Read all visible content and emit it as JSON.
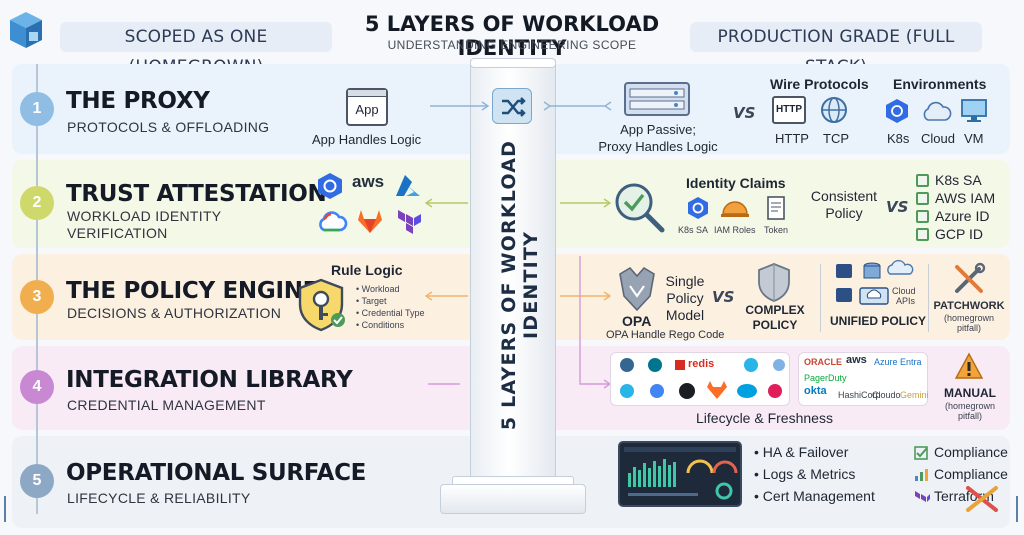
{
  "header": {
    "title": "5 LAYERS OF WORKLOAD IDENTITY",
    "subtitle": "UNDERSTANDING ENGINEERING SCOPE",
    "left_pill": "SCOPED AS ONE (HOMEGROWN)",
    "right_pill": "PRODUCTION GRADE (FULL STACK)"
  },
  "pillar": {
    "label": "5 LAYERS OF WORKLOAD IDENTITY"
  },
  "layers": [
    {
      "number": "1",
      "title": "THE PROXY",
      "subtitle": "PROTOCOLS & OFFLOADING",
      "homegrown": {
        "icon_text": "App",
        "caption": "App Handles Logic"
      },
      "production": {
        "caption_line1": "App Passive;",
        "caption_line2": "Proxy Handles Logic",
        "vs": "VS",
        "wire_protocols": {
          "heading": "Wire Protocols",
          "items": [
            "HTTP",
            "TCP"
          ],
          "http_icon_text": "HTTP"
        },
        "environments": {
          "heading": "Environments",
          "items": [
            "K8s",
            "Cloud",
            "VM"
          ]
        }
      }
    },
    {
      "number": "2",
      "title": "TRUST ATTESTATION",
      "subtitle_line1": "WORKLOAD IDENTITY",
      "subtitle_line2": "VERIFICATION",
      "homegrown": {
        "logos": [
          "kubernetes-logo",
          "aws-logo",
          "azure-logo",
          "google-cloud-logo",
          "gitlab-logo",
          "terraform-logo"
        ],
        "aws_text": "aws"
      },
      "production": {
        "claims_heading": "Identity Claims",
        "claims": [
          "K8s SA",
          "IAM Roles",
          "Token"
        ],
        "consistent_line1": "Consistent",
        "consistent_line2": "Policy",
        "vs": "VS",
        "checklist": [
          "K8s SA",
          "AWS IAM",
          "Azure ID",
          "GCP ID"
        ]
      }
    },
    {
      "number": "3",
      "title": "THE POLICY ENGINE",
      "subtitle": "DECISIONS & AUTHORIZATION",
      "homegrown": {
        "heading": "Rule Logic",
        "items": [
          "Workload",
          "Target",
          "Credential Type",
          "Conditions"
        ]
      },
      "production": {
        "opa_label": "OPA",
        "opa_caption": "OPA Handle Rego Code",
        "single_line1": "Single",
        "single_line2": "Policy",
        "single_line3": "Model",
        "vs": "VS",
        "complex_line1": "COMPLEX",
        "complex_line2": "POLICY",
        "unified": "UNIFIED POLICY",
        "cloud_apis_line1": "Cloud",
        "cloud_apis_line2": "APIs",
        "patchwork": "PATCHWORK",
        "patchwork_note_line1": "(homegrown",
        "patchwork_note_line2": "pitfall)"
      }
    },
    {
      "number": "4",
      "title": "INTEGRATION LIBRARY",
      "subtitle": "CREDENTIAL MANAGEMENT",
      "production": {
        "grid_left": [
          [
            "PostgreSQL",
            "MySQL",
            "redis",
            "Snowflake"
          ],
          [
            "Snowflake",
            "BigQuery",
            "GitHub",
            "GitLab",
            "Salesforce",
            "Slack"
          ]
        ],
        "redis_text": "redis",
        "grid_right": [
          "ORACLE",
          "aws",
          "Azure Entra",
          "PagerDuty",
          "okta",
          "HashiCorp",
          "Cloudo",
          "Gemini"
        ],
        "oracle_text": "ORACLE",
        "aws_text": "aws",
        "azure_text": "Azure Entra",
        "pagerduty_text": "PagerDuty",
        "okta_text": "okta",
        "hashicorp_text": "HashiCorp",
        "cloudo_text": "Cloudo",
        "gemini_text": "Gemini",
        "caption": "Lifecycle & Freshness",
        "manual": "MANUAL",
        "manual_note_line1": "(homegrown",
        "manual_note_line2": "pitfall)"
      }
    },
    {
      "number": "5",
      "title": "OPERATIONAL SURFACE",
      "subtitle": "LIFECYCLE & RELIABILITY",
      "production": {
        "bullets": [
          "HA & Failover",
          "Logs & Metrics",
          "Cert Management"
        ],
        "side_items": [
          "Compliance",
          "Compliance",
          "Terraform"
        ]
      }
    }
  ],
  "colors": {
    "row1": "#eaf3fb",
    "row2": "#f4f8e6",
    "row3": "#fcf1e1",
    "row4": "#f8ebf6",
    "row5": "#eef2f6",
    "accent_blue": "#326ce5",
    "aws_orange": "#ff9900",
    "gitlab_orange": "#fc6d26",
    "terraform_purple": "#7b42bc"
  }
}
